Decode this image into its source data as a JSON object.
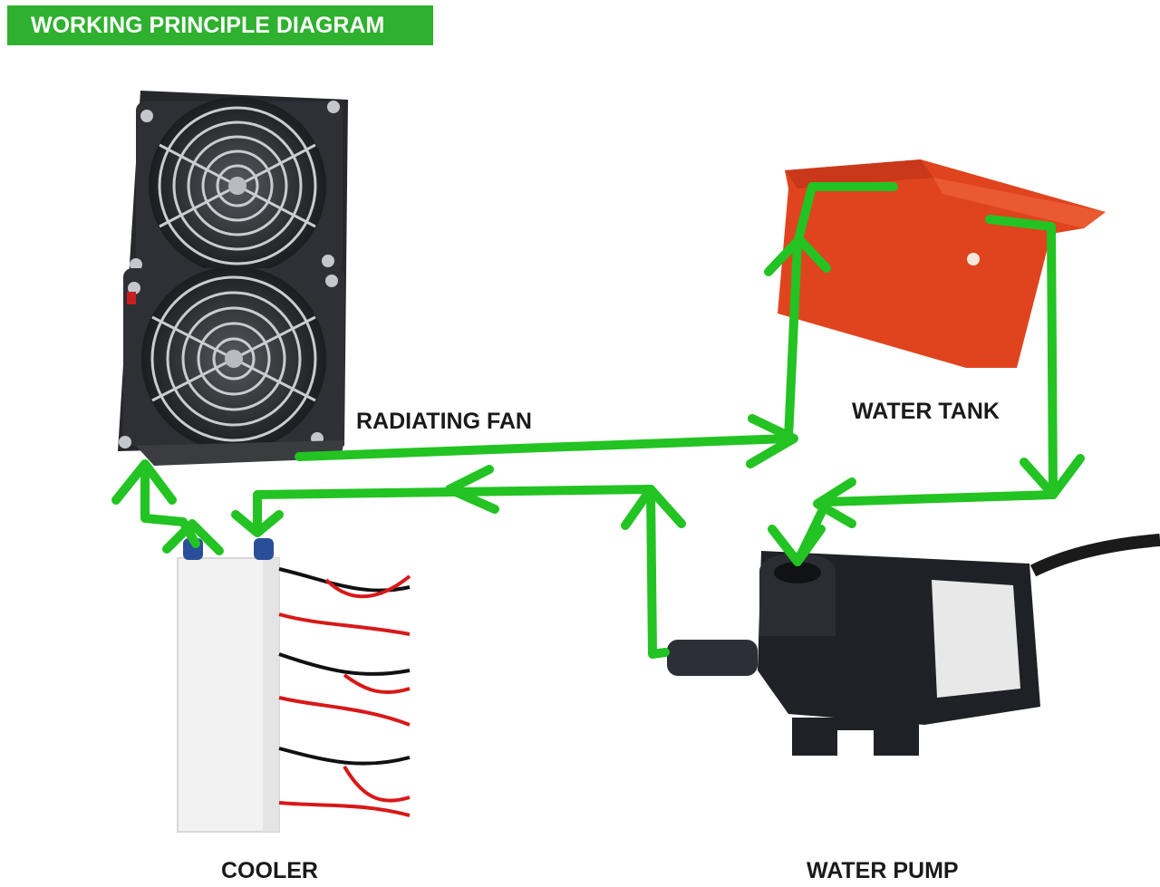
{
  "title": "WORKING PRINCIPLE DIAGRAM",
  "components": {
    "radiating_fan": "RADIATING FAN",
    "water_tank": "WATER TANK",
    "cooler": "COOLER",
    "water_pump": "WATER PUMP"
  },
  "colors": {
    "banner": "#2fb02f",
    "flow_arrow": "#22c322",
    "tank": "#e0441e",
    "fan_housing": "#2a2c30",
    "pump_body": "#1e2226",
    "cooler_block": "#f2f2f2",
    "wire_red": "#d81818",
    "wire_black": "#111111"
  }
}
